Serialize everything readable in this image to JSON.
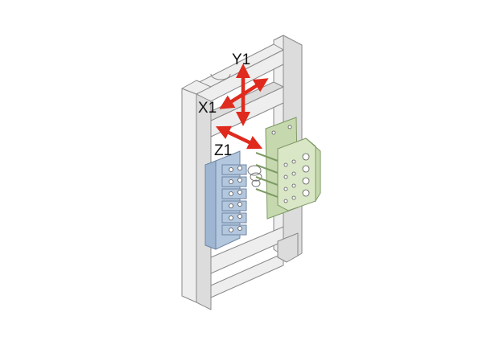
{
  "diagram": {
    "axes": [
      {
        "id": "Y1",
        "label": "Y1",
        "direction": "vertical"
      },
      {
        "id": "X1",
        "label": "X1",
        "direction": "diagonal-left-right"
      },
      {
        "id": "Z1",
        "label": "Z1",
        "direction": "diagonal-depth"
      }
    ],
    "colors": {
      "arrow": "#e02a1e",
      "frame": "#eeeeee",
      "left_block": "#b3c7de",
      "right_block": "#d9e7c6"
    }
  }
}
